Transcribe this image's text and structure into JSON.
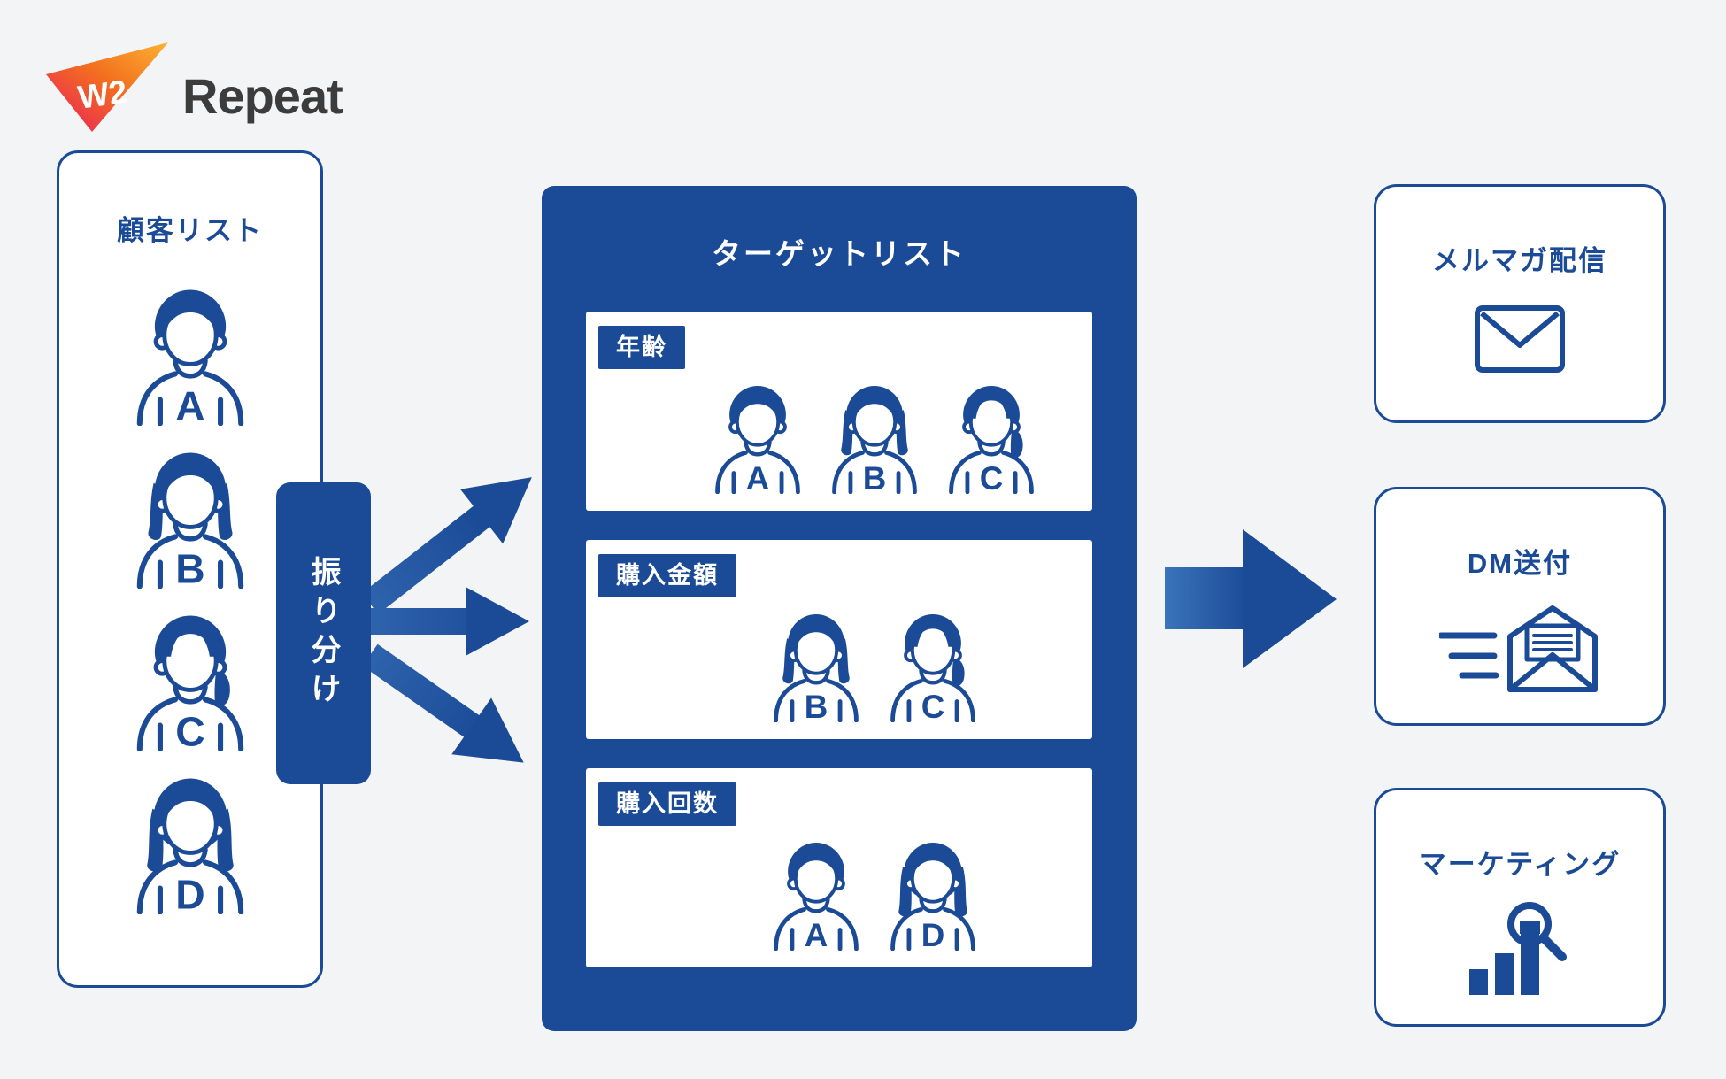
{
  "palette": {
    "blue": "#1b4b97",
    "background": "#f3f4f5",
    "white": "#ffffff",
    "logo_gradient_start": "#e91a5f",
    "logo_gradient_mid": "#f3701e",
    "logo_gradient_end": "#fbb232",
    "logo_text": "#3c3c3c"
  },
  "logo": {
    "mark": "W2",
    "name": "Repeat"
  },
  "customer_list": {
    "title": "顧客リスト",
    "persons": [
      {
        "label": "A",
        "variant": "a"
      },
      {
        "label": "B",
        "variant": "b"
      },
      {
        "label": "C",
        "variant": "c"
      },
      {
        "label": "D",
        "variant": "d"
      }
    ]
  },
  "sort_button": {
    "label": "振り分け"
  },
  "target_list": {
    "title": "ターゲットリスト",
    "groups": [
      {
        "label": "年齢",
        "persons": [
          {
            "label": "A",
            "variant": "a"
          },
          {
            "label": "B",
            "variant": "b"
          },
          {
            "label": "C",
            "variant": "c"
          }
        ]
      },
      {
        "label": "購入金額",
        "persons": [
          {
            "label": "B",
            "variant": "b"
          },
          {
            "label": "C",
            "variant": "c"
          }
        ]
      },
      {
        "label": "購入回数",
        "persons": [
          {
            "label": "A",
            "variant": "a"
          },
          {
            "label": "D",
            "variant": "d"
          }
        ]
      }
    ]
  },
  "outputs": [
    {
      "title": "メルマガ配信",
      "icon": "mail-icon"
    },
    {
      "title": "DM送付",
      "icon": "dm-send-icon"
    },
    {
      "title": "マーケティング",
      "icon": "marketing-analytics-icon"
    }
  ]
}
